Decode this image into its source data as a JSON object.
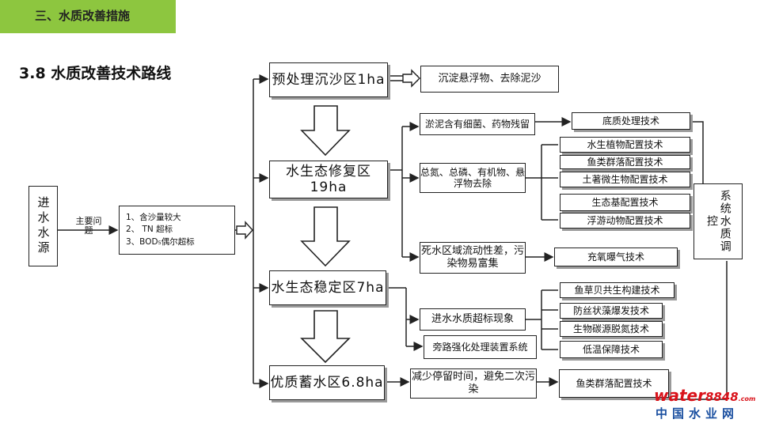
{
  "header": {
    "text": "三、水质改善措施"
  },
  "title": "3.8 水质改善技术路线",
  "source": {
    "text": "进水水源"
  },
  "main_problem_label": "主要问题",
  "problems": [
    "1、含沙量较大",
    "2、  TN 超标",
    "3、BOD₅偶尔超标"
  ],
  "stages": [
    {
      "name": "预处理沉沙区1ha"
    },
    {
      "name": "水生态修复区19ha"
    },
    {
      "name": "水生态稳定区7ha"
    },
    {
      "name": "优质蓄水区6.8ha"
    }
  ],
  "issues": {
    "pre": "沉淀悬浮物、去除泥沙",
    "sludge": "淤泥含有细菌、药物残留",
    "nutrients": "总氮、总磷、有机物、悬浮物去除",
    "deadzone": "死水区域流动性差，污染物易富集",
    "inflow": "进水水质超标现象",
    "bypass": "旁路强化处理装置系统",
    "retention": "减少停留时间，避免二次污染"
  },
  "techs": {
    "bottom": "底质处理技术",
    "plants": "水生植物配置技术",
    "fish1": "鱼类群落配置技术",
    "microbe": "土著微生物配置技术",
    "eco_base": "生态基配置技术",
    "plankton": "浮游动物配置技术",
    "aeration": "充氧曝气技术",
    "symbiosis": "鱼草贝共生构建技术",
    "algae": "防丝状藻爆发技术",
    "carbon": "生物碳源脱氮技术",
    "lowtemp": "低温保障技术",
    "fish2": "鱼类群落配置技术"
  },
  "control": {
    "text": "系统水质调控"
  },
  "watermark": {
    "top": "water",
    "num": "8848",
    "dotcom": ".com",
    "bottom": "中国水业网"
  }
}
